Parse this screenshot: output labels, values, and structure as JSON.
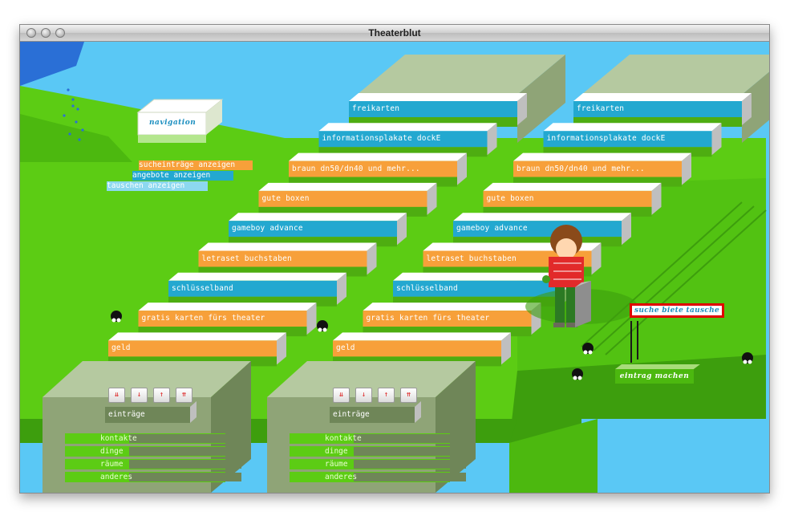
{
  "window": {
    "title": "Theaterblut"
  },
  "navigation": {
    "label": "navigation"
  },
  "filters": [
    {
      "label": "sucheinträge anzeigen",
      "color": "#f7a03a"
    },
    {
      "label": "angebote anzeigen",
      "color": "#23a8d0"
    },
    {
      "label": "tauschen anzeigen",
      "color": "#8cd8f0"
    }
  ],
  "shelves": {
    "left": [
      {
        "label": "freikarten",
        "color": "#23a8d0"
      },
      {
        "label": "informationsplakate dockE",
        "color": "#23a8d0"
      },
      {
        "label": "braun dn50/dn40 und mehr...",
        "color": "#f7a03a"
      },
      {
        "label": "gute boxen",
        "color": "#f7a03a"
      },
      {
        "label": "gameboy advance",
        "color": "#23a8d0"
      },
      {
        "label": "letraset buchstaben",
        "color": "#f7a03a"
      },
      {
        "label": "schlüsselband",
        "color": "#23a8d0"
      },
      {
        "label": "gratis karten fürs theater",
        "color": "#f7a03a"
      },
      {
        "label": "geld",
        "color": "#f7a03a"
      }
    ],
    "right": [
      {
        "label": "freikarten",
        "color": "#23a8d0"
      },
      {
        "label": "informationsplakate dockE",
        "color": "#23a8d0"
      },
      {
        "label": "braun dn50/dn40 und mehr...",
        "color": "#f7a03a"
      },
      {
        "label": "gute boxen",
        "color": "#f7a03a"
      },
      {
        "label": "gameboy advance",
        "color": "#23a8d0"
      },
      {
        "label": "letraset buchstaben",
        "color": "#f7a03a"
      },
      {
        "label": "schlüsselband",
        "color": "#23a8d0"
      },
      {
        "label": "gratis karten fürs theater",
        "color": "#f7a03a"
      },
      {
        "label": "geld",
        "color": "#f7a03a"
      }
    ]
  },
  "panels": [
    {
      "buttons": [
        {
          "icon": "double-arrow-down-icon",
          "glyph": "⇊"
        },
        {
          "icon": "arrow-down-icon",
          "glyph": "↓"
        },
        {
          "icon": "arrow-up-icon",
          "glyph": "↑"
        },
        {
          "icon": "double-arrow-up-icon",
          "glyph": "⇈"
        }
      ],
      "entries_label": "einträge",
      "menu": [
        "kontakte",
        "dinge",
        "räume",
        "anderes"
      ]
    },
    {
      "buttons": [
        {
          "icon": "double-arrow-down-icon",
          "glyph": "⇊"
        },
        {
          "icon": "arrow-down-icon",
          "glyph": "↓"
        },
        {
          "icon": "arrow-up-icon",
          "glyph": "↑"
        },
        {
          "icon": "double-arrow-up-icon",
          "glyph": "⇈"
        }
      ],
      "entries_label": "einträge",
      "menu": [
        "kontakte",
        "dinge",
        "räume",
        "anderes"
      ]
    }
  ],
  "sign": {
    "label": "suche biete tausche"
  },
  "entry_button": {
    "label": "eintrag machen"
  },
  "colors": {
    "sky": "#5ac8f5",
    "grass": "#5ccc14",
    "grass_dark": "#3d9e0d",
    "shelf_top": "#b5c9a0",
    "block": "#8fa477",
    "blue_label": "#23a8d0",
    "orange_label": "#f7a03a",
    "sign_border": "#e10000"
  }
}
